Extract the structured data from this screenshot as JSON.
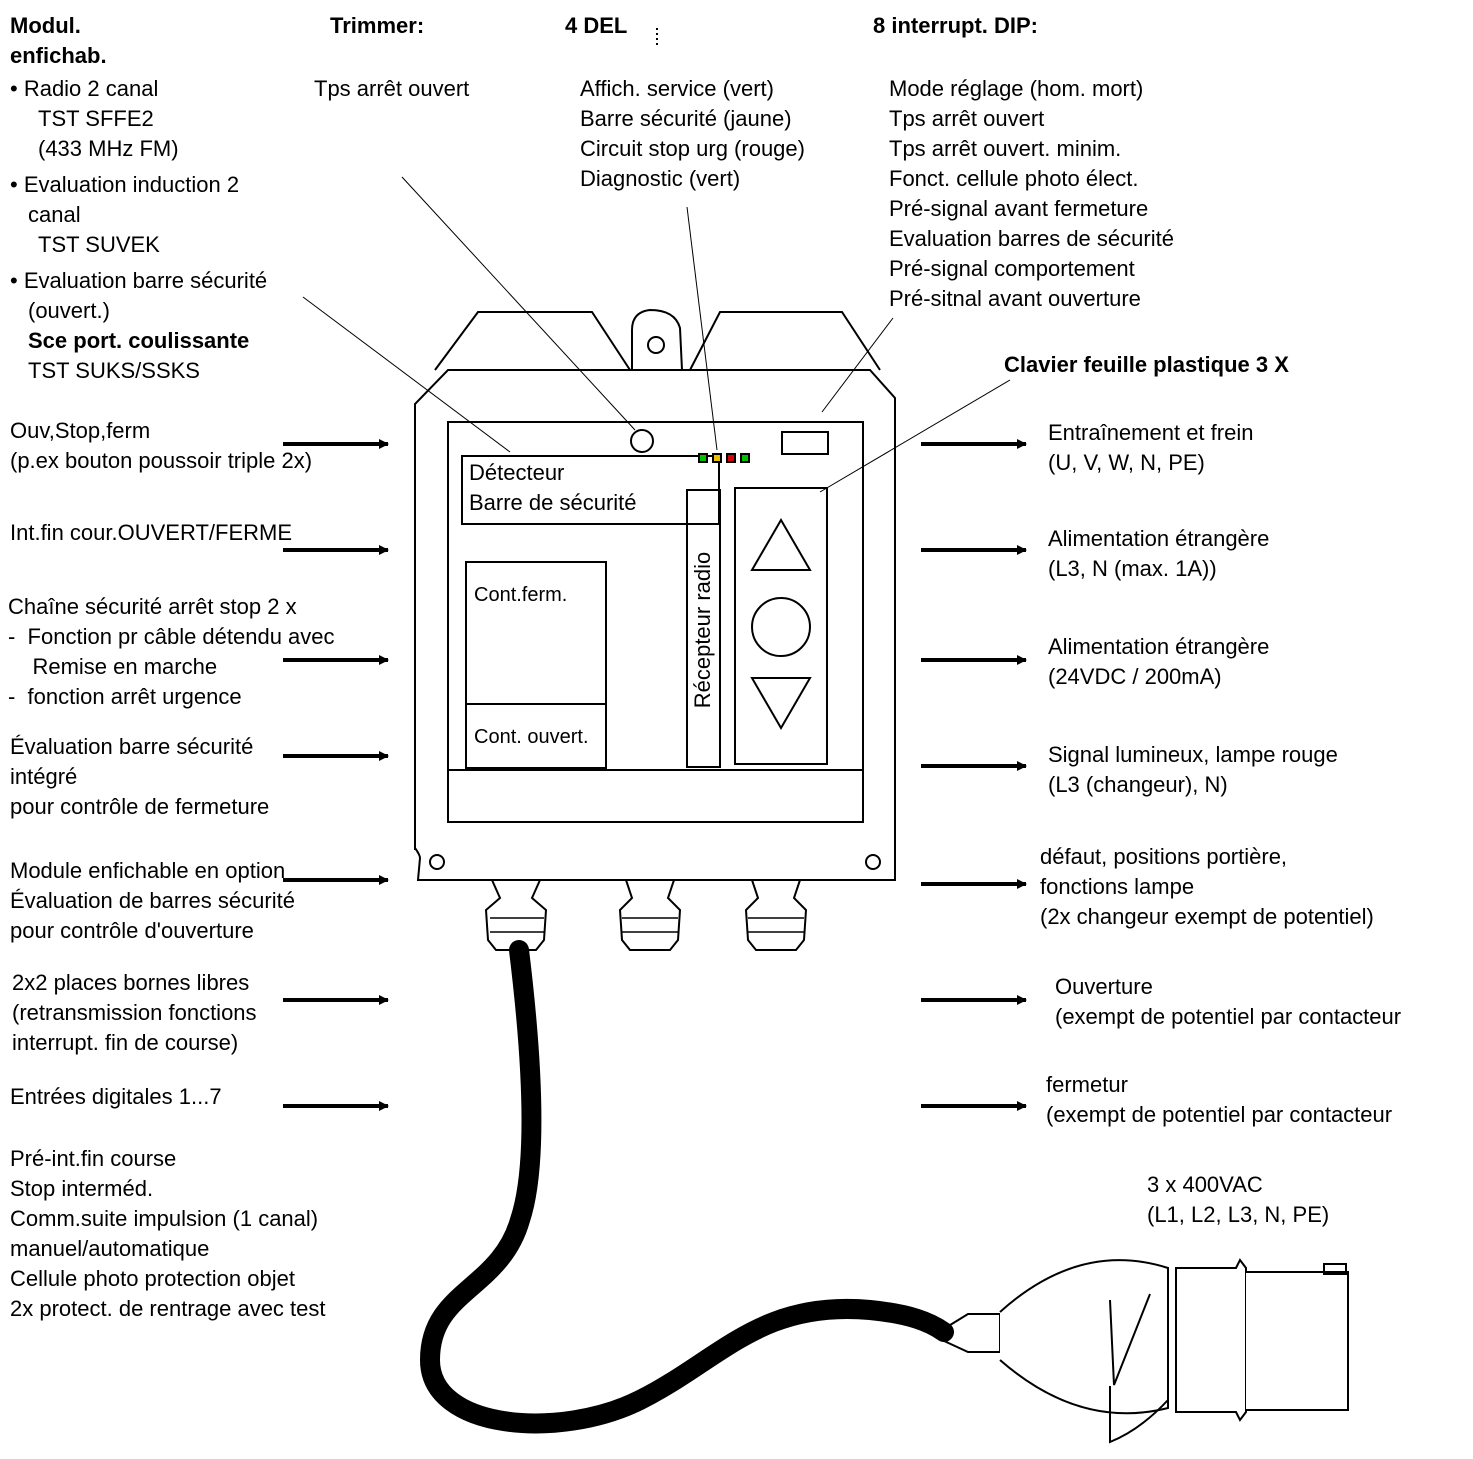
{
  "headers": {
    "module": [
      "Modul.",
      "enfichab."
    ],
    "trimmer": "Trimmer:",
    "leds": "4 DEL",
    "dip": "8 interrupt. DIP:"
  },
  "modules": {
    "item1": [
      "• Radio 2 canal",
      "TST SFFE2",
      "(433 MHz FM)"
    ],
    "item2": [
      "• Evaluation induction 2",
      "canal",
      "TST SUVEK"
    ],
    "item3": [
      "• Evaluation barre sécurité",
      "(ouvert.)",
      "Sce port. coulissante",
      "TST SUKS/SSKS"
    ]
  },
  "trimmer_items": [
    "Tps arrêt ouvert"
  ],
  "led_items": [
    "Affich. service (vert)",
    "Barre sécurité (jaune)",
    "Circuit stop urg (rouge)",
    "Diagnostic (vert)"
  ],
  "dip_items": [
    "Mode réglage (hom. mort)",
    "Tps arrêt ouvert",
    "Tps arrêt ouvert. minim.",
    "Fonct. cellule photo élect.",
    "Pré-signal avant fermeture",
    "Evaluation barres de sécurité",
    "Pré-signal comportement",
    "Pré-sitnal avant ouverture"
  ],
  "keypad_label": "Clavier feuille plastique 3 X",
  "inputs": [
    [
      "Ouv,Stop,ferm",
      "(p.ex bouton poussoir triple 2x)"
    ],
    [
      "Int.fin cour.OUVERT/FERME"
    ],
    [
      "Chaîne sécurité arrêt stop 2 x",
      "-  Fonction pr câble détendu avec",
      "    Remise en marche",
      "-  fonction arrêt urgence"
    ],
    [
      "Évaluation barre sécurité",
      "intégré",
      "pour contrôle de fermeture"
    ],
    [
      "Module enfichable en option",
      "Évaluation de barres sécurité",
      "pour contrôle d'ouverture"
    ],
    [
      "2x2 places bornes libres",
      "(retransmission fonctions",
      "interrupt. fin de course)"
    ],
    [
      "Entrées digitales 1...7"
    ],
    [
      "Pré-int.fin course",
      "Stop interméd.",
      "Comm.suite impulsion (1 canal)",
      "manuel/automatique",
      "Cellule photo protection objet",
      "2x protect. de rentrage avec test"
    ]
  ],
  "outputs": [
    [
      "Entraînement et frein",
      "(U, V, W, N, PE)"
    ],
    [
      "Alimentation étrangère",
      "(L3, N (max. 1A))"
    ],
    [
      "Alimentation étrangère",
      "(24VDC / 200mA)"
    ],
    [
      "Signal lumineux, lampe rouge",
      "(L3 (changeur), N)"
    ],
    [
      "défaut, positions portière,",
      "fonctions lampe",
      "(2x changeur exempt de potentiel)"
    ],
    [
      "Ouverture",
      "(exempt de potentiel par contacteur"
    ],
    [
      "fermetur",
      "(exempt de potentiel par contacteur"
    ]
  ],
  "box": {
    "detector": [
      "Détecteur",
      "Barre de sécurité"
    ],
    "radio": "Récepteur radio",
    "cont_close": "Cont.ferm.",
    "cont_open": "Cont. ouvert."
  },
  "power": [
    "3 x 400VAC",
    "(L1, L2, L3, N, PE)"
  ],
  "led_colors": [
    "#00c000",
    "#e8c000",
    "#e00000",
    "#00c000"
  ]
}
